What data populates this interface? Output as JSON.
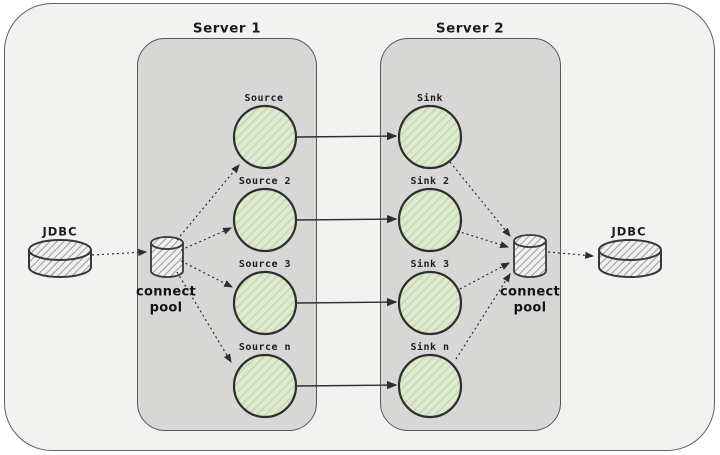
{
  "diagram": {
    "servers": [
      {
        "title": "Server 1",
        "nodes": [
          "Source",
          "Source 2",
          "Source 3",
          "Source n"
        ]
      },
      {
        "title": "Server 2",
        "nodes": [
          "Sink",
          "Sink 2",
          "Sink 3",
          "Sink n"
        ]
      }
    ],
    "databases": {
      "left": {
        "label": "JDBC"
      },
      "right": {
        "label": "JDBC"
      }
    },
    "pools": {
      "left": {
        "line1": "connect",
        "line2": "pool"
      },
      "right": {
        "line1": "connect",
        "line2": "pool"
      }
    },
    "edges": [
      {
        "from": "jdbc-left",
        "to": "connect-pool-left",
        "style": "dashed"
      },
      {
        "from": "connect-pool-left",
        "to": "Source",
        "style": "dashed"
      },
      {
        "from": "connect-pool-left",
        "to": "Source 2",
        "style": "dashed"
      },
      {
        "from": "connect-pool-left",
        "to": "Source 3",
        "style": "dashed"
      },
      {
        "from": "connect-pool-left",
        "to": "Source n",
        "style": "dashed"
      },
      {
        "from": "Source",
        "to": "Sink",
        "style": "solid"
      },
      {
        "from": "Source 2",
        "to": "Sink 2",
        "style": "solid"
      },
      {
        "from": "Source 3",
        "to": "Sink 3",
        "style": "solid"
      },
      {
        "from": "Source n",
        "to": "Sink n",
        "style": "solid"
      },
      {
        "from": "Sink",
        "to": "connect-pool-right",
        "style": "dashed"
      },
      {
        "from": "Sink 2",
        "to": "connect-pool-right",
        "style": "dashed"
      },
      {
        "from": "Sink 3",
        "to": "connect-pool-right",
        "style": "dashed"
      },
      {
        "from": "Sink n",
        "to": "connect-pool-right",
        "style": "dashed"
      },
      {
        "from": "connect-pool-right",
        "to": "jdbc-right",
        "style": "dashed"
      }
    ],
    "colors": {
      "outer_fill": "#f2f2f1",
      "server_fill": "#d7d7d6",
      "node_fill": "#dde9d1",
      "node_hatch": "#c3d9ab",
      "cylinder_fill": "#f1f1ef",
      "cylinder_hatch": "#9f9f9f",
      "stroke": "#2e2e2e"
    }
  }
}
